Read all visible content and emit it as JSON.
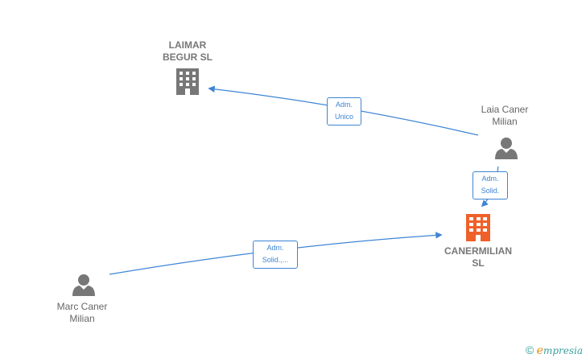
{
  "nodes": {
    "laimar": {
      "line1": "LAIMAR",
      "line2": "BEGUR SL",
      "icon": "building-icon"
    },
    "laia": {
      "line1": "Laia Caner",
      "line2": "Milian",
      "icon": "person-icon"
    },
    "canermilian": {
      "line1": "CANERMILIAN",
      "line2": "SL",
      "icon": "building-icon",
      "color": "#f0602a"
    },
    "marc": {
      "line1": "Marc Caner",
      "line2": "Milian",
      "icon": "person-icon"
    }
  },
  "edges": {
    "laia_laimar": {
      "line1": "Adm.",
      "line2": "Unico"
    },
    "laia_canermilian": {
      "line1": "Adm.",
      "line2": "Solid."
    },
    "marc_canermilian": {
      "line1": "Adm.",
      "line2": "Solid.,..."
    }
  },
  "colors": {
    "edge": "#3d85d4",
    "icon_gray": "#777777",
    "icon_main": "#f0602a"
  },
  "watermark": {
    "copyright": "©",
    "brand_initial": "e",
    "brand_rest": "mpresia"
  }
}
